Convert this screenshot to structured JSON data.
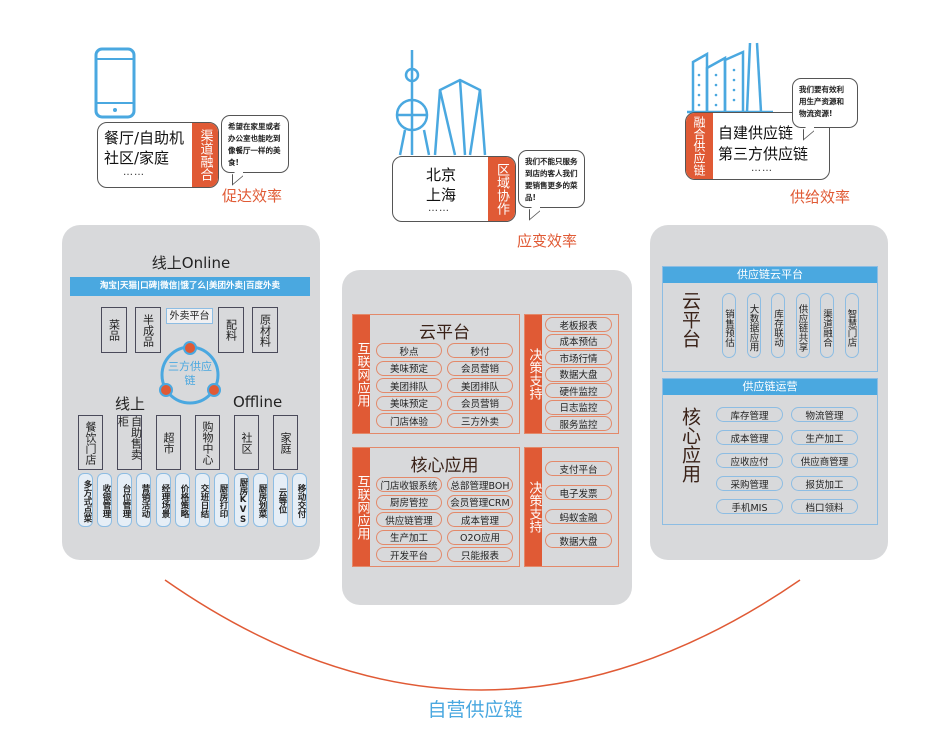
{
  "top": {
    "card1": {
      "lines": [
        "餐厅/自助机",
        "社区/家庭"
      ],
      "dots": "……",
      "tag": "渠道融合",
      "bubble": "希望在家里或者办公室也能吃到像餐厅一样的美食!",
      "efficiency": "促达效率"
    },
    "card2": {
      "lines": [
        "北京",
        "上海"
      ],
      "dots": "……",
      "tag": "区域协作",
      "bubble": "我们不能只服务到店的客人我们要销售更多的菜品!",
      "efficiency": "应变效率"
    },
    "card3": {
      "lines": [
        "自建供应链",
        "第三方供应链"
      ],
      "dots": "……",
      "tag": "融合供应链",
      "bubble": "我们要有效利用生产资源和物流资源!",
      "efficiency": "供给效率"
    }
  },
  "left_panel": {
    "title": "线上Online",
    "channels": "淘宝|天猫|口碑|微信|饿了么|美团外卖|百度外卖",
    "products": [
      "菜品",
      "半成品",
      "配料",
      "原材料"
    ],
    "takeout": "外卖平台",
    "center": "三方供应链",
    "online_label": "线上",
    "offline_label": "Offline",
    "scenes": [
      "餐饮门店",
      "自助售卖柜",
      "超市",
      "购物中心",
      "社区",
      "家庭"
    ],
    "features": [
      "多方式点菜",
      "收银管理",
      "台位管理",
      "营销活动",
      "经理场景",
      "价格策略",
      "交班日结",
      "厨房打印",
      "厨房KVS",
      "厨房划菜",
      "云等位",
      "移动交付"
    ]
  },
  "mid_panel": {
    "cloud": {
      "side": "互联网应用",
      "title": "云平台",
      "items": [
        "秒点",
        "秒付",
        "美味预定",
        "会员营销",
        "美团排队",
        "美团排队",
        "美味预定",
        "会员营销",
        "门店体验",
        "三方外卖"
      ]
    },
    "cloud_decision": {
      "side": "决策支持",
      "items": [
        "老板报表",
        "成本预估",
        "市场行情",
        "数据大盘",
        "硬件监控",
        "日志监控",
        "服务监控"
      ]
    },
    "core": {
      "side": "互联网应用",
      "title": "核心应用",
      "items": [
        "门店收银系统",
        "总部管理BOH",
        "厨房管控",
        "会员管理CRM",
        "供应链管理",
        "成本管理",
        "生产加工",
        "O2O应用",
        "开发平台",
        "只能报表"
      ]
    },
    "core_decision": {
      "side": "决策支持",
      "items": [
        "支付平台",
        "电子发票",
        "蚂蚁金融",
        "数据大盘"
      ]
    }
  },
  "right_panel": {
    "cloud": {
      "header": "供应链云平台",
      "title": "云平台",
      "items": [
        "销售预估",
        "大数据应用",
        "库存联动",
        "供应链共享",
        "渠道融合",
        "智慧门店"
      ]
    },
    "ops": {
      "header": "供应链运营",
      "title": "核心应用",
      "items": [
        "库存管理",
        "物流管理",
        "成本管理",
        "生产加工",
        "应收应付",
        "供应商管理",
        "采购管理",
        "报货加工",
        "手机MIS",
        "档口领料"
      ]
    }
  },
  "bottom_label": "自营供应链",
  "colors": {
    "orange": "#e05a35",
    "blue": "#4aa8e0",
    "panel": "#d8d9db"
  }
}
